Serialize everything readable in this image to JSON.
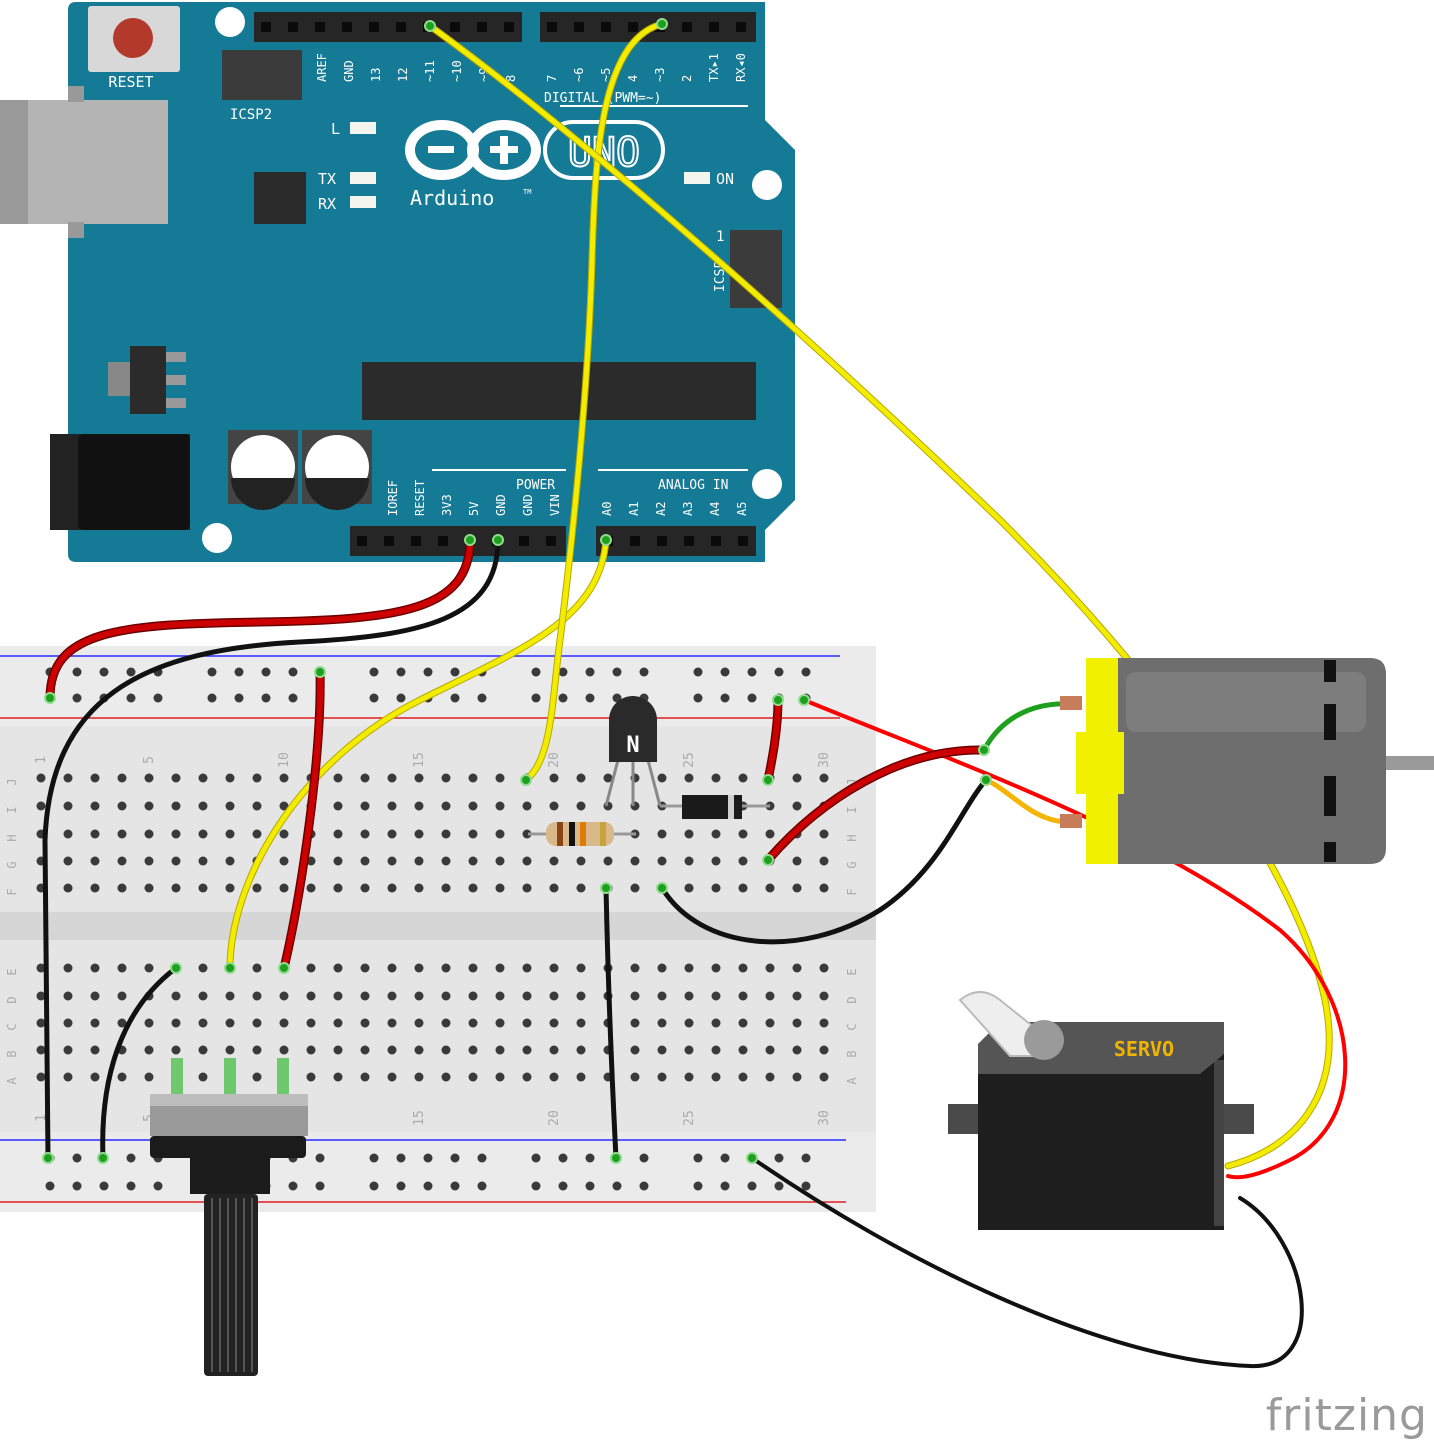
{
  "arduino": {
    "reset_label": "RESET",
    "icsp2_label": "ICSP2",
    "icsp_label": "ICSP",
    "icsp_pin1_label": "1",
    "brand_label": "Arduino",
    "tm_label": "TM",
    "model_label": "UNO",
    "led_l_label": "L",
    "led_tx_label": "TX",
    "led_rx_label": "RX",
    "led_on_label": "ON",
    "digital_label": "DIGITAL (PWM=~)",
    "power_label": "POWER",
    "analog_label": "ANALOG IN",
    "digital_pins": [
      "AREF",
      "GND",
      "13",
      "12",
      "~11",
      "~10",
      "~9",
      "8",
      "7",
      "~6",
      "~5",
      "4",
      "~3",
      "2",
      "TX▸1",
      "RX◂0"
    ],
    "power_pins": [
      "IOREF",
      "RESET",
      "3V3",
      "5V",
      "GND",
      "GND",
      "VIN"
    ],
    "analog_pins": [
      "A0",
      "A1",
      "A2",
      "A3",
      "A4",
      "A5"
    ]
  },
  "breadboard": {
    "column_numbers": [
      "1",
      "5",
      "10",
      "15",
      "20",
      "25",
      "30"
    ],
    "rows_top": [
      "J",
      "I",
      "H",
      "G",
      "F"
    ],
    "rows_bottom": [
      "E",
      "D",
      "C",
      "B",
      "A"
    ]
  },
  "transistor_label": "N",
  "servo_label": "SERVO",
  "watermark": "fritzing",
  "colors": {
    "board": "#157a96",
    "wire_red": "#cc0000",
    "wire_black": "#111111",
    "wire_yellow": "#f4ec00",
    "wire_green": "#1ea01e",
    "motor_yellow": "#f0f000"
  }
}
